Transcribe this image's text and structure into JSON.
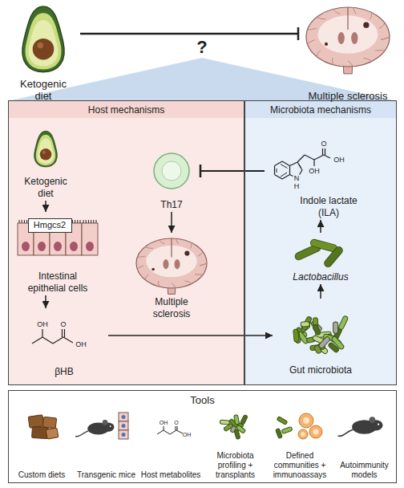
{
  "diagram": {
    "nodes": [
      {
        "text": [
          "Ketogenic diet"
        ]
      },
      {
        "text": [
          "Multiple sclerosis"
        ]
      },
      {
        "text": [
          "Host mechanisms"
        ]
      },
      {
        "text": [
          "Ketogenic diet"
        ],
        "in": 2
      },
      {
        "text": [
          "Intestinal epithelial cells"
        ],
        "in": 2
      },
      {
        "text": [
          "Hmgcs2"
        ],
        "in": 4
      },
      {
        "text": [
          "βHB"
        ],
        "in": 2
      },
      {
        "text": [
          "Th17"
        ],
        "in": 2
      },
      {
        "text": [
          "Multiple sclerosis"
        ],
        "in": 2
      },
      {
        "text": [
          "Microbiota mechanisms"
        ]
      },
      {
        "text": [
          "Indole lactate (ILA)"
        ],
        "in": 9
      },
      {
        "text": [
          "Lactobacillus"
        ],
        "in": 9
      },
      {
        "text": [
          "Gut microbiota"
        ],
        "in": 9
      },
      {
        "text": [
          "Tools"
        ]
      },
      {
        "text": [
          "Custom diets"
        ],
        "in": 13
      },
      {
        "text": [
          "Transgenic mice"
        ],
        "in": 13
      },
      {
        "text": [
          "Host metabolites"
        ],
        "in": 13
      },
      {
        "text": [
          "Microbiota profiling + transplants"
        ],
        "in": 13
      },
      {
        "text": [
          "Defined communities + immunoassays"
        ],
        "in": 13
      },
      {
        "text": [
          "Autoimmunity models"
        ],
        "in": 13
      }
    ],
    "edges": [
      {
        "from": 0,
        "to": 1,
        "arrow": "to"
      },
      {
        "from": 3,
        "to": 4,
        "arrow": "to"
      },
      {
        "from": 4,
        "to": 6,
        "arrow": "to"
      },
      {
        "from": 6,
        "to": 12,
        "arrow": "to"
      },
      {
        "from": 12,
        "to": 11,
        "arrow": "to"
      },
      {
        "from": 11,
        "to": 10,
        "arrow": "to"
      },
      {
        "from": 10,
        "to": 7,
        "arrow": "to"
      },
      {
        "from": 7,
        "to": 8,
        "arrow": "to"
      }
    ],
    "labels": [
      "?",
      "OH",
      "O",
      "OH",
      "N",
      "H",
      "OH",
      "O",
      "OH",
      "OH",
      "O",
      "OH"
    ]
  }
}
